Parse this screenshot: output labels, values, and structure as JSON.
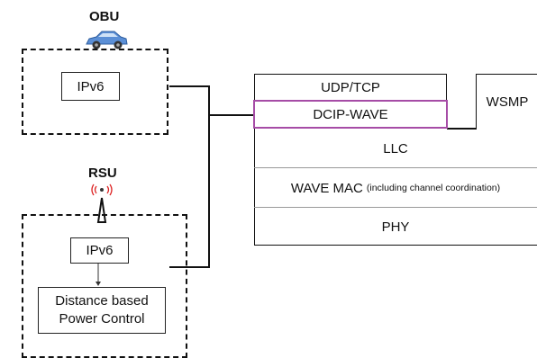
{
  "obu": {
    "label": "OBU",
    "icon": "car-icon",
    "ipv6": "IPv6"
  },
  "rsu": {
    "label": "RSU",
    "icon": "antenna-icon",
    "ipv6": "IPv6",
    "power_control": "Distance based Power Control"
  },
  "stack": {
    "udp_tcp": "UDP/TCP",
    "dcip_wave": "DCIP-WAVE",
    "wsmp": "WSMP",
    "llc": "LLC",
    "wave_mac": "WAVE MAC",
    "wave_mac_note": "(including channel coordination)",
    "phy": "PHY"
  },
  "colors": {
    "line": "#111111",
    "dcip_border": "#a64ca6",
    "car_body": "#5b8fd6"
  }
}
